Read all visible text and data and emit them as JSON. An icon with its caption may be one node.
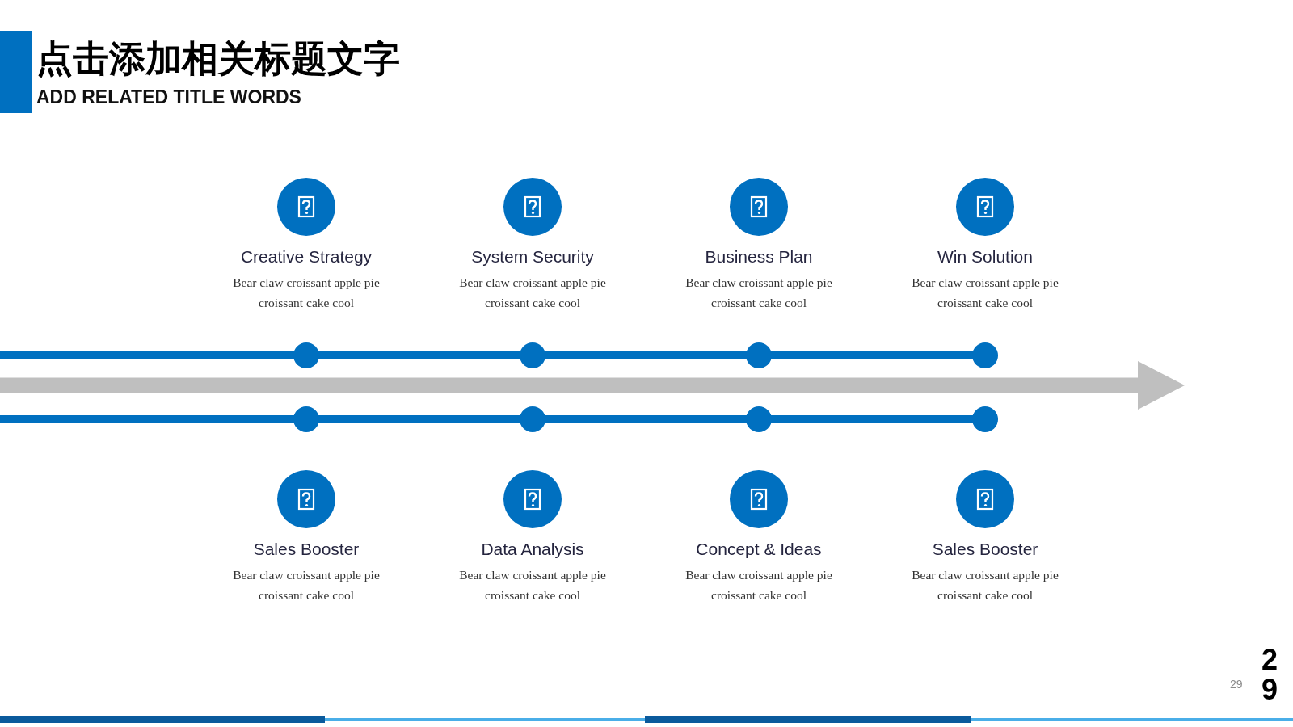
{
  "diagram": {
    "title": "点击添加相关标题文字",
    "nodes": [
      {
        "text": [
          "Creative Strategy",
          "Bear claw croissant apple pie croissant cake cool"
        ]
      },
      {
        "text": [
          "System Security",
          "Bear claw croissant apple pie croissant cake cool"
        ]
      },
      {
        "text": [
          "Business Plan",
          "Bear claw croissant apple pie croissant cake cool"
        ]
      },
      {
        "text": [
          "Win Solution",
          "Bear claw croissant apple pie croissant cake cool"
        ]
      },
      {
        "text": [
          "Sales Booster",
          "Bear claw croissant apple pie croissant cake cool"
        ]
      },
      {
        "text": [
          "Data Analysis",
          "Bear claw croissant apple pie croissant cake cool"
        ]
      },
      {
        "text": [
          "Concept & Ideas",
          "Bear claw croissant apple pie croissant cake cool"
        ]
      },
      {
        "text": [
          "Sales Booster",
          "Bear claw croissant apple pie croissant cake cool"
        ]
      }
    ],
    "labels": [
      "ADD RELATED TITLE WORDS",
      "29",
      "29"
    ]
  }
}
